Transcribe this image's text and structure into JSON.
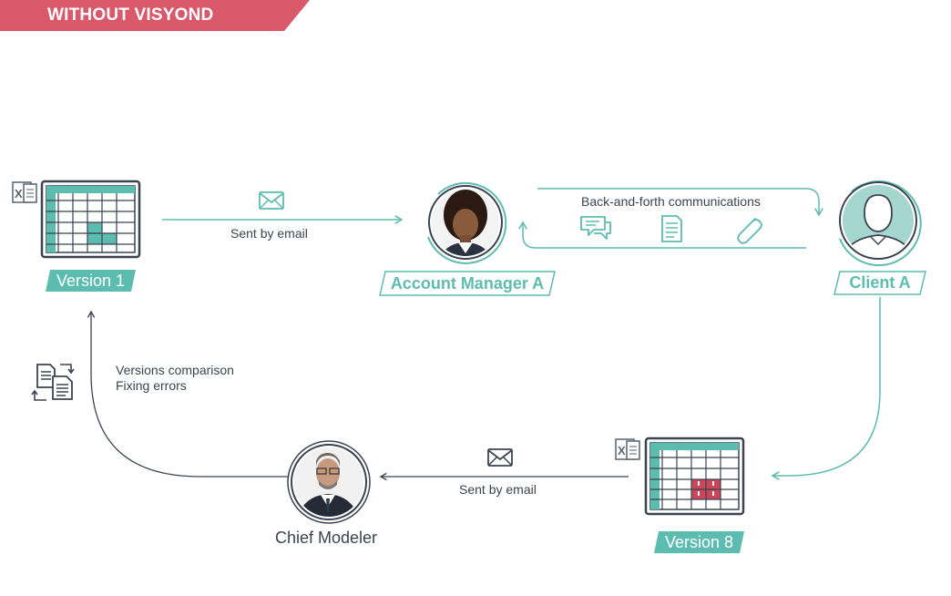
{
  "header": {
    "title": "WITHOUT VISYOND"
  },
  "nodes": {
    "version_1": "Version 1",
    "account_manager": "Account Manager A",
    "client": "Client A",
    "version_8": "Version 8",
    "chief_modeler": "Chief Modeler"
  },
  "edges": {
    "sent_by_email_top": "Sent by email",
    "back_and_forth": "Back-and-forth communications",
    "sent_by_email_bottom": "Sent by email",
    "versions_comparison": "Versions comparison",
    "fixing_errors": "Fixing errors"
  },
  "colors": {
    "banner": "#d9586a",
    "accent": "#5dbcb0",
    "dark": "#3c4350",
    "error_cell": "#c9475a"
  },
  "icons": [
    "excel-icon",
    "spreadsheet-icon",
    "mail-icon",
    "chat-icon",
    "document-icon",
    "paperclip-icon",
    "compare-documents-icon",
    "person-icon"
  ]
}
